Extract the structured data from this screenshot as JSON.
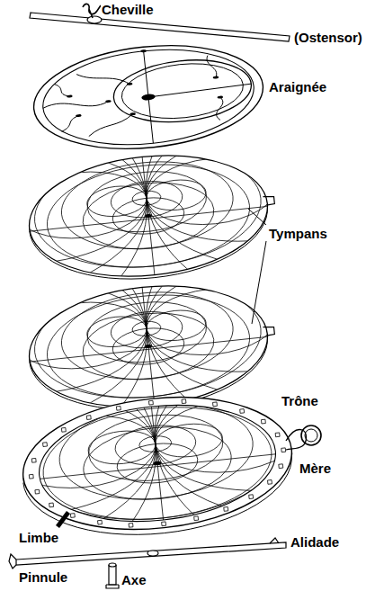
{
  "diagram": {
    "labels": [
      "Cheville",
      "(Ostensor)",
      "Araignée",
      "Tympans",
      "Trône",
      "Mère",
      "Limbe",
      "Alidade",
      "Pinnule",
      "Axe"
    ]
  }
}
